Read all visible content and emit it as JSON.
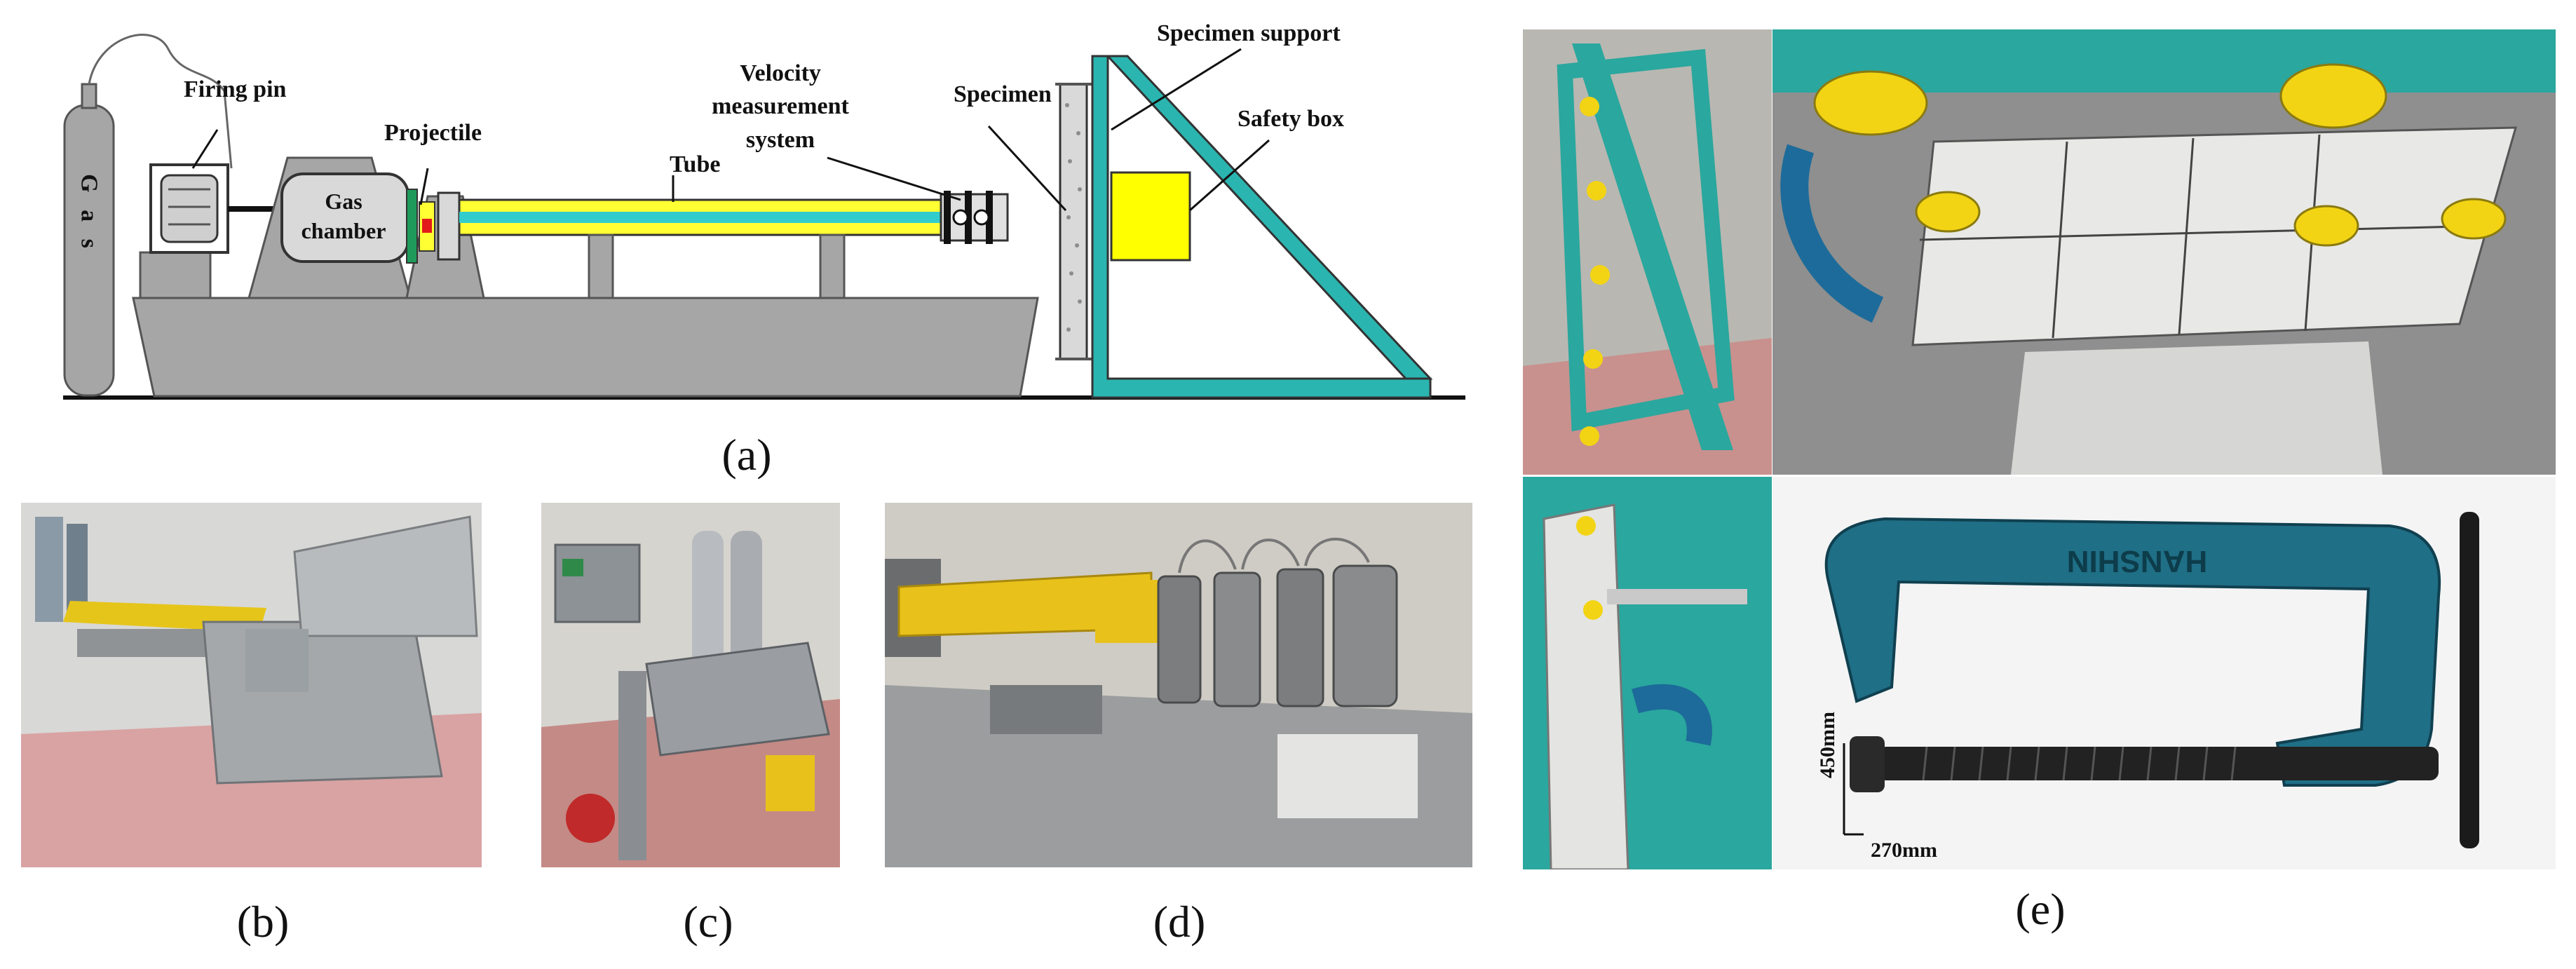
{
  "panel_a": {
    "caption": "(a)",
    "labels": {
      "gas": "G a s",
      "firing_pin": "Firing pin",
      "projectile": "Projectile",
      "gas_chamber_line1": "Gas",
      "gas_chamber_line2": "chamber",
      "tube": "Tube",
      "velocity_line1": "Velocity",
      "velocity_line2": "measurement",
      "velocity_line3": "system",
      "specimen": "Specimen",
      "specimen_support": "Specimen support",
      "safety_box": "Safety box"
    }
  },
  "panel_b": {
    "caption": "(b)"
  },
  "panel_c": {
    "caption": "(c)"
  },
  "panel_d": {
    "caption": "(d)"
  },
  "panel_e": {
    "caption": "(e)",
    "clamp_brand": "HANSHIN",
    "dim_height": "450mm",
    "dim_width": "270mm"
  },
  "colors": {
    "tube_yellow": "#ffff33",
    "tube_cyan": "#33cccc",
    "frame_teal": "#2bb5b0",
    "base_gray": "#a6a6a6",
    "safety_box": "#ffff00"
  }
}
